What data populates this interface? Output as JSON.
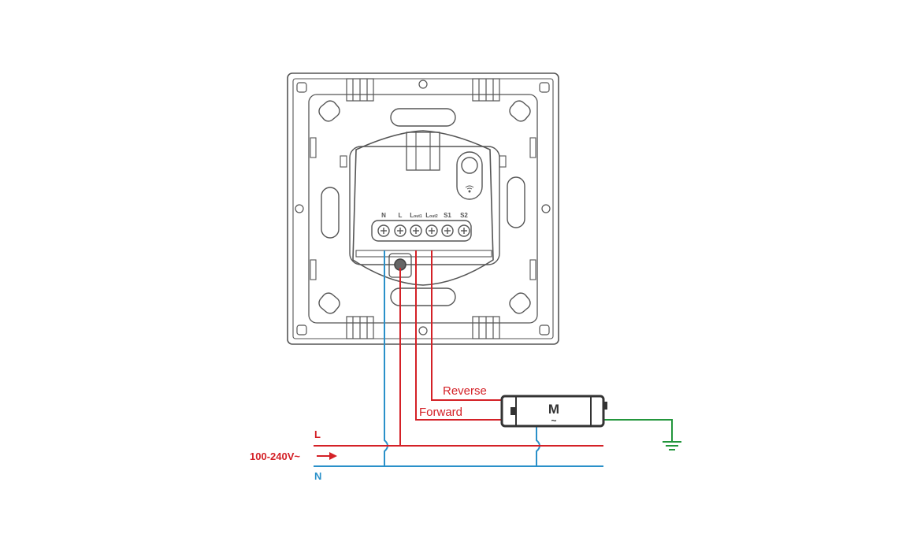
{
  "colors": {
    "live": "#d42127",
    "neutral": "#2a90c9",
    "earth": "#23963c",
    "outline": "#555555",
    "motor_outline": "#333333"
  },
  "terminals": [
    "N",
    "L",
    "Lout1",
    "Lout2",
    "S1",
    "S2"
  ],
  "terminal_subscripts": {
    "Lout1": [
      "L",
      "out1"
    ],
    "Lout2": [
      "L",
      "out2"
    ]
  },
  "wires": {
    "reverse_label": "Reverse",
    "forward_label": "Forward"
  },
  "supply": {
    "live_label": "L",
    "voltage_label": "100-240V~",
    "neutral_label": "N"
  },
  "motor": {
    "label": "M",
    "symbol": "~"
  },
  "icons": {
    "wifi": "wifi-icon",
    "ground": "ground-icon",
    "arrow": "arrow-right-icon"
  }
}
